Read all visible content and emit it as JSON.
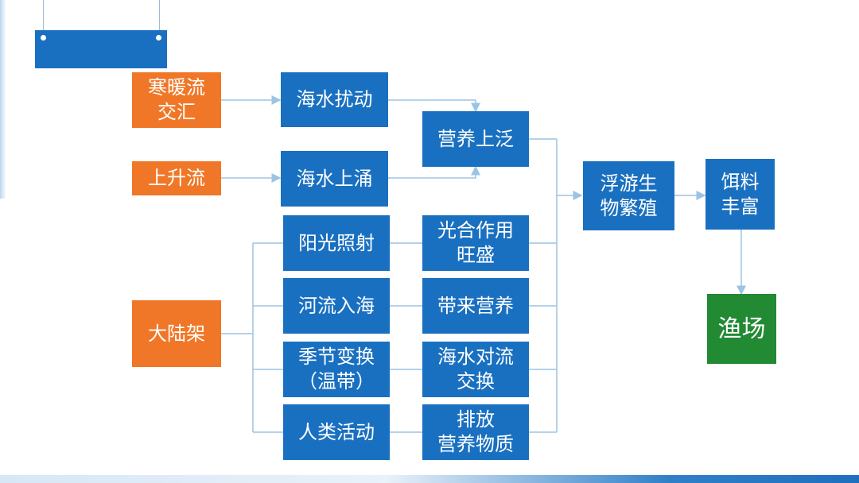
{
  "nodes": {
    "hanshi": "寒暖流\n交汇",
    "haishui_raodong": "海水扰动",
    "yingyang_shangfan": "营养上泛",
    "shangshengliu": "上升流",
    "haishui_shangyong": "海水上涌",
    "dalujia": "大陆架",
    "yangguang_zhaoshe": "阳光照射",
    "guanghe": "光合作用\n旺盛",
    "heliu_ruhai": "河流入海",
    "dailai_yingyang": "带来营养",
    "jijie_bianhuan": "季节变换\n（温带）",
    "haishui_duiliu": "海水对流\n交换",
    "renlei_huodong": "人类活动",
    "paifang": "排放\n营养物质",
    "fuyou": "浮游生\n物繁殖",
    "siliao": "饵料\n丰富",
    "yuchang": "渔场"
  },
  "colors": {
    "blue": "#1a70c0",
    "orange": "#f07728",
    "green": "#218a33",
    "connector": "#9cc3e4"
  }
}
